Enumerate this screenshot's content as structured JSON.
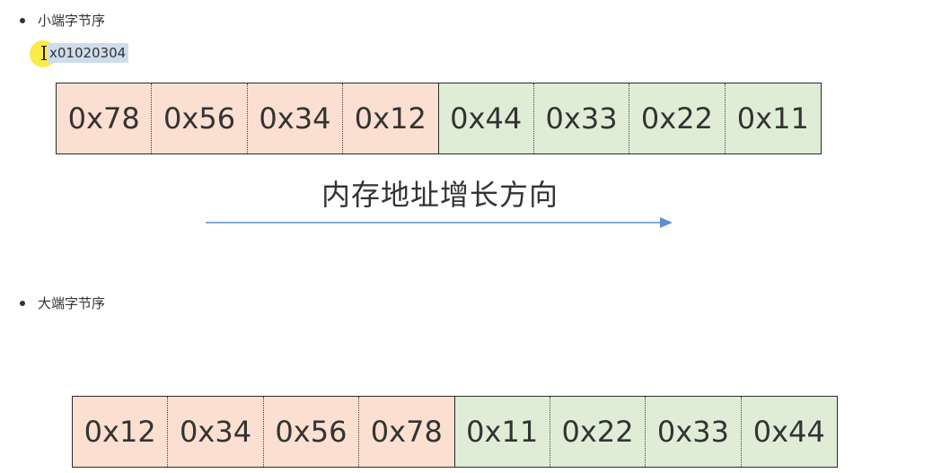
{
  "little_endian": {
    "heading": "小端字节序",
    "selected_text": "x01020304",
    "cells": [
      {
        "value": "0x78",
        "color": "#fbdfd1"
      },
      {
        "value": "0x56",
        "color": "#fbdfd1"
      },
      {
        "value": "0x34",
        "color": "#fbdfd1"
      },
      {
        "value": "0x12",
        "color": "#fbdfd1"
      },
      {
        "value": "0x44",
        "color": "#dfedd6"
      },
      {
        "value": "0x33",
        "color": "#dfedd6"
      },
      {
        "value": "0x22",
        "color": "#dfedd6"
      },
      {
        "value": "0x11",
        "color": "#dfedd6"
      }
    ],
    "direction_label": "内存地址增长方向"
  },
  "big_endian": {
    "heading": "大端字节序",
    "cells": [
      {
        "value": "0x12",
        "color": "#fbdfd1"
      },
      {
        "value": "0x34",
        "color": "#fbdfd1"
      },
      {
        "value": "0x56",
        "color": "#fbdfd1"
      },
      {
        "value": "0x78",
        "color": "#fbdfd1"
      },
      {
        "value": "0x11",
        "color": "#dfedd6"
      },
      {
        "value": "0x22",
        "color": "#dfedd6"
      },
      {
        "value": "0x33",
        "color": "#dfedd6"
      },
      {
        "value": "0x44",
        "color": "#dfedd6"
      }
    ]
  },
  "colors": {
    "low_group": "#fbdfd1",
    "high_group": "#dfedd6",
    "arrow": "#5b8fd0",
    "selection": "#cfdcec",
    "cursor_highlight": "#fae628"
  },
  "icons": {
    "cursor": "text-cursor-icon",
    "arrow": "arrow-right-icon"
  }
}
